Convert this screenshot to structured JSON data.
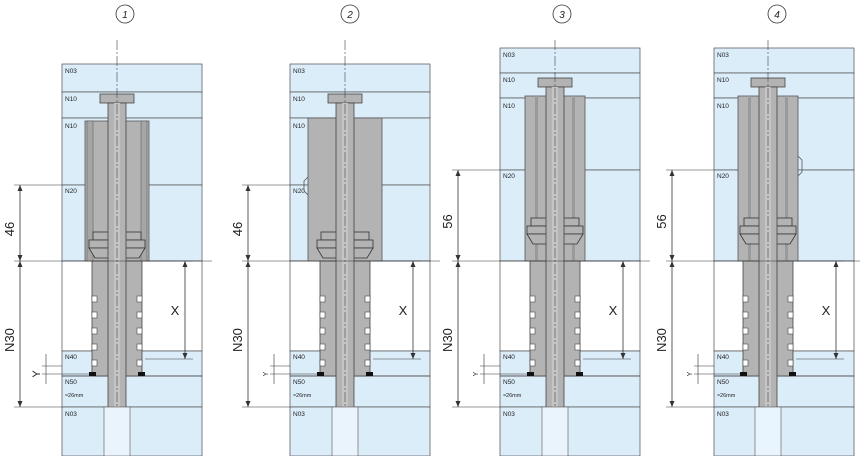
{
  "colors": {
    "plate_fill": "#dcedfa",
    "plate_stroke": "#4d4d4d",
    "part_fill": "#b3b3b3",
    "part_dark": "#8c8c8c",
    "line": "#333333",
    "black": "#111111"
  },
  "figures": [
    {
      "number": "1",
      "layers": [
        "N03",
        "N10",
        "N10",
        "N20",
        "N40",
        "N50",
        "N03"
      ],
      "dim_top": "46",
      "dim_bottom": "N30",
      "dim_x": "X",
      "dim_y": "Y",
      "gap_label": "≈26mm"
    },
    {
      "number": "2",
      "layers": [
        "N03",
        "N10",
        "N10",
        "N20",
        "N40",
        "N50",
        "N03"
      ],
      "dim_top": "46",
      "dim_bottom": "N30",
      "dim_x": "X",
      "dim_y": "Y",
      "gap_label": "≈26mm"
    },
    {
      "number": "3",
      "layers": [
        "N03",
        "N10",
        "N10",
        "N20",
        "N40",
        "N50",
        "N03"
      ],
      "dim_top": "56",
      "dim_bottom": "N30",
      "dim_x": "X",
      "dim_y": "Y",
      "gap_label": "≈26mm"
    },
    {
      "number": "4",
      "layers": [
        "N03",
        "N10",
        "N10",
        "N20",
        "N40",
        "N50",
        "N03"
      ],
      "dim_top": "56",
      "dim_bottom": "N30",
      "dim_x": "X",
      "dim_y": "Y",
      "gap_label": "≈26mm"
    }
  ]
}
